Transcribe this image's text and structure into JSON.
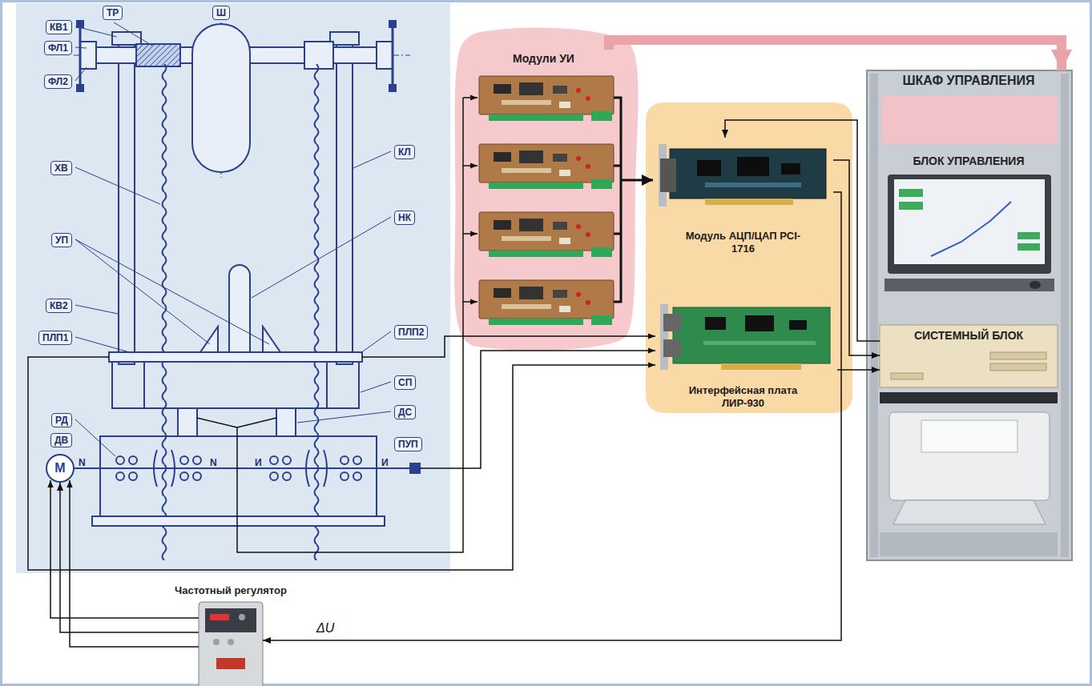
{
  "diagram": {
    "nodes": [
      {
        "text": [
          "Модули УИ"
        ]
      },
      {
        "text": [
          "Модуль АЦП/ЦАП PCI-1716"
        ]
      },
      {
        "text": [
          "Интерфейсная плата ЛИР-930"
        ]
      },
      {
        "text": [
          "ШКАФ УПРАВЛЕНИЯ"
        ]
      },
      {
        "text": [
          "БЛОК УПРАВЛЕНИЯ"
        ],
        "in": 3
      },
      {
        "text": [
          "СИСТЕМНЫЙ БЛОК"
        ],
        "in": 3
      },
      {
        "text": [
          "Частотный регулятор"
        ]
      },
      {
        "text": [
          "M"
        ]
      }
    ],
    "edges": [
      {
        "from": 0,
        "to": 1,
        "arrow": "to"
      },
      {
        "from": 0,
        "to": 3,
        "arrow": "to"
      },
      {
        "from": 5,
        "to": 1,
        "arrow": "to"
      },
      {
        "from": 1,
        "to": 5,
        "arrow": "to"
      },
      {
        "from": 2,
        "to": 5,
        "arrow": "to"
      },
      {
        "from": 1,
        "to": 6,
        "label": "ΔU",
        "arrow": "to"
      },
      {
        "from": 6,
        "to": 7,
        "arrow": "to"
      }
    ],
    "labels": [
      "КВ1",
      "ТР",
      "Ш",
      "ФЛ1",
      "ФЛ2",
      "КЛ",
      "ХВ",
      "НК",
      "УП",
      "ПЛП2",
      "КВ2",
      "СП",
      "ПЛП1",
      "ДС",
      "РД",
      "ДВ",
      "ПУП",
      "N",
      "N",
      "И",
      "И"
    ]
  }
}
